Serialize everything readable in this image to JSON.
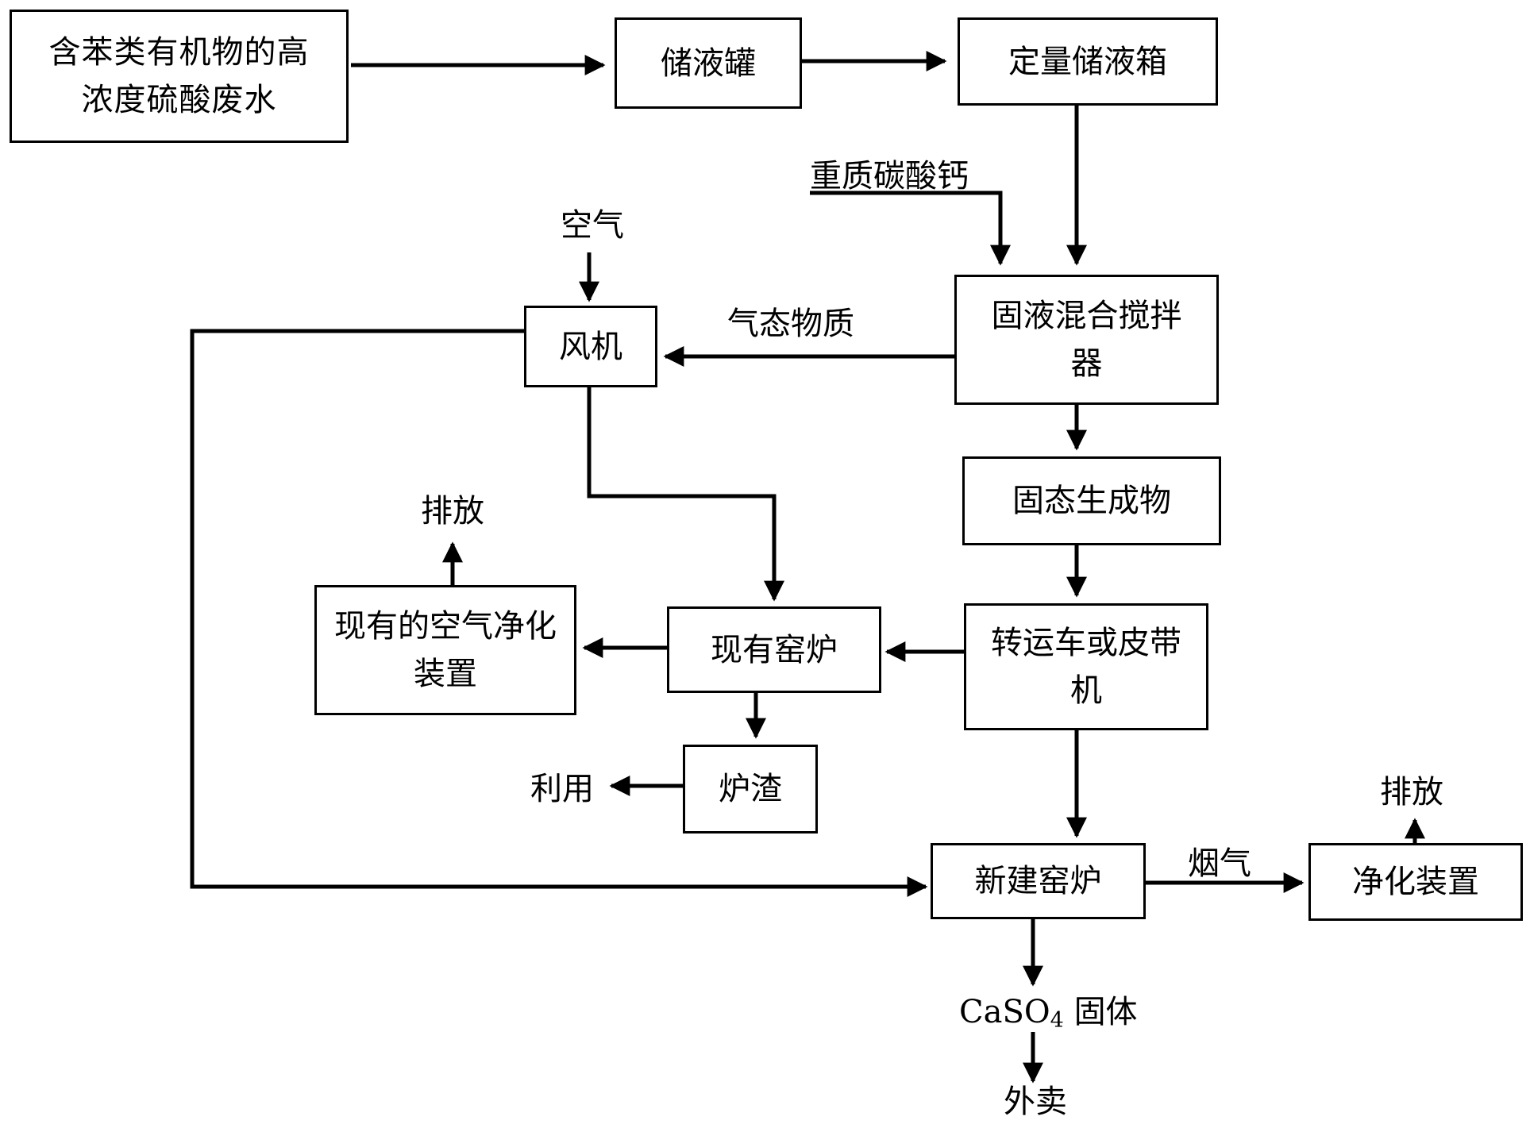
{
  "nodes": {
    "wastewater": "含苯类有机物的高浓度硫酸废水",
    "storage_tank": "储液罐",
    "dosing_tank": "定量储液箱",
    "mixer": "固液混合搅拌器",
    "solid_product": "固态生成物",
    "transport": "转运车或皮带机",
    "fan": "风机",
    "existing_kiln": "现有窑炉",
    "existing_purifier": "现有的空气净化装置",
    "slag": "炉渣",
    "new_kiln": "新建窑炉",
    "purifier": "净化装置"
  },
  "labels": {
    "calcium_carbonate": "重质碳酸钙",
    "air": "空气",
    "gaseous_matter": "气态物质",
    "discharge_1": "排放",
    "reuse": "利用",
    "flue_gas": "烟气",
    "discharge_2": "排放",
    "caso4_prefix": "CaSO",
    "caso4_sub": "4",
    "caso4_suffix": "固体",
    "sell": "外卖"
  }
}
